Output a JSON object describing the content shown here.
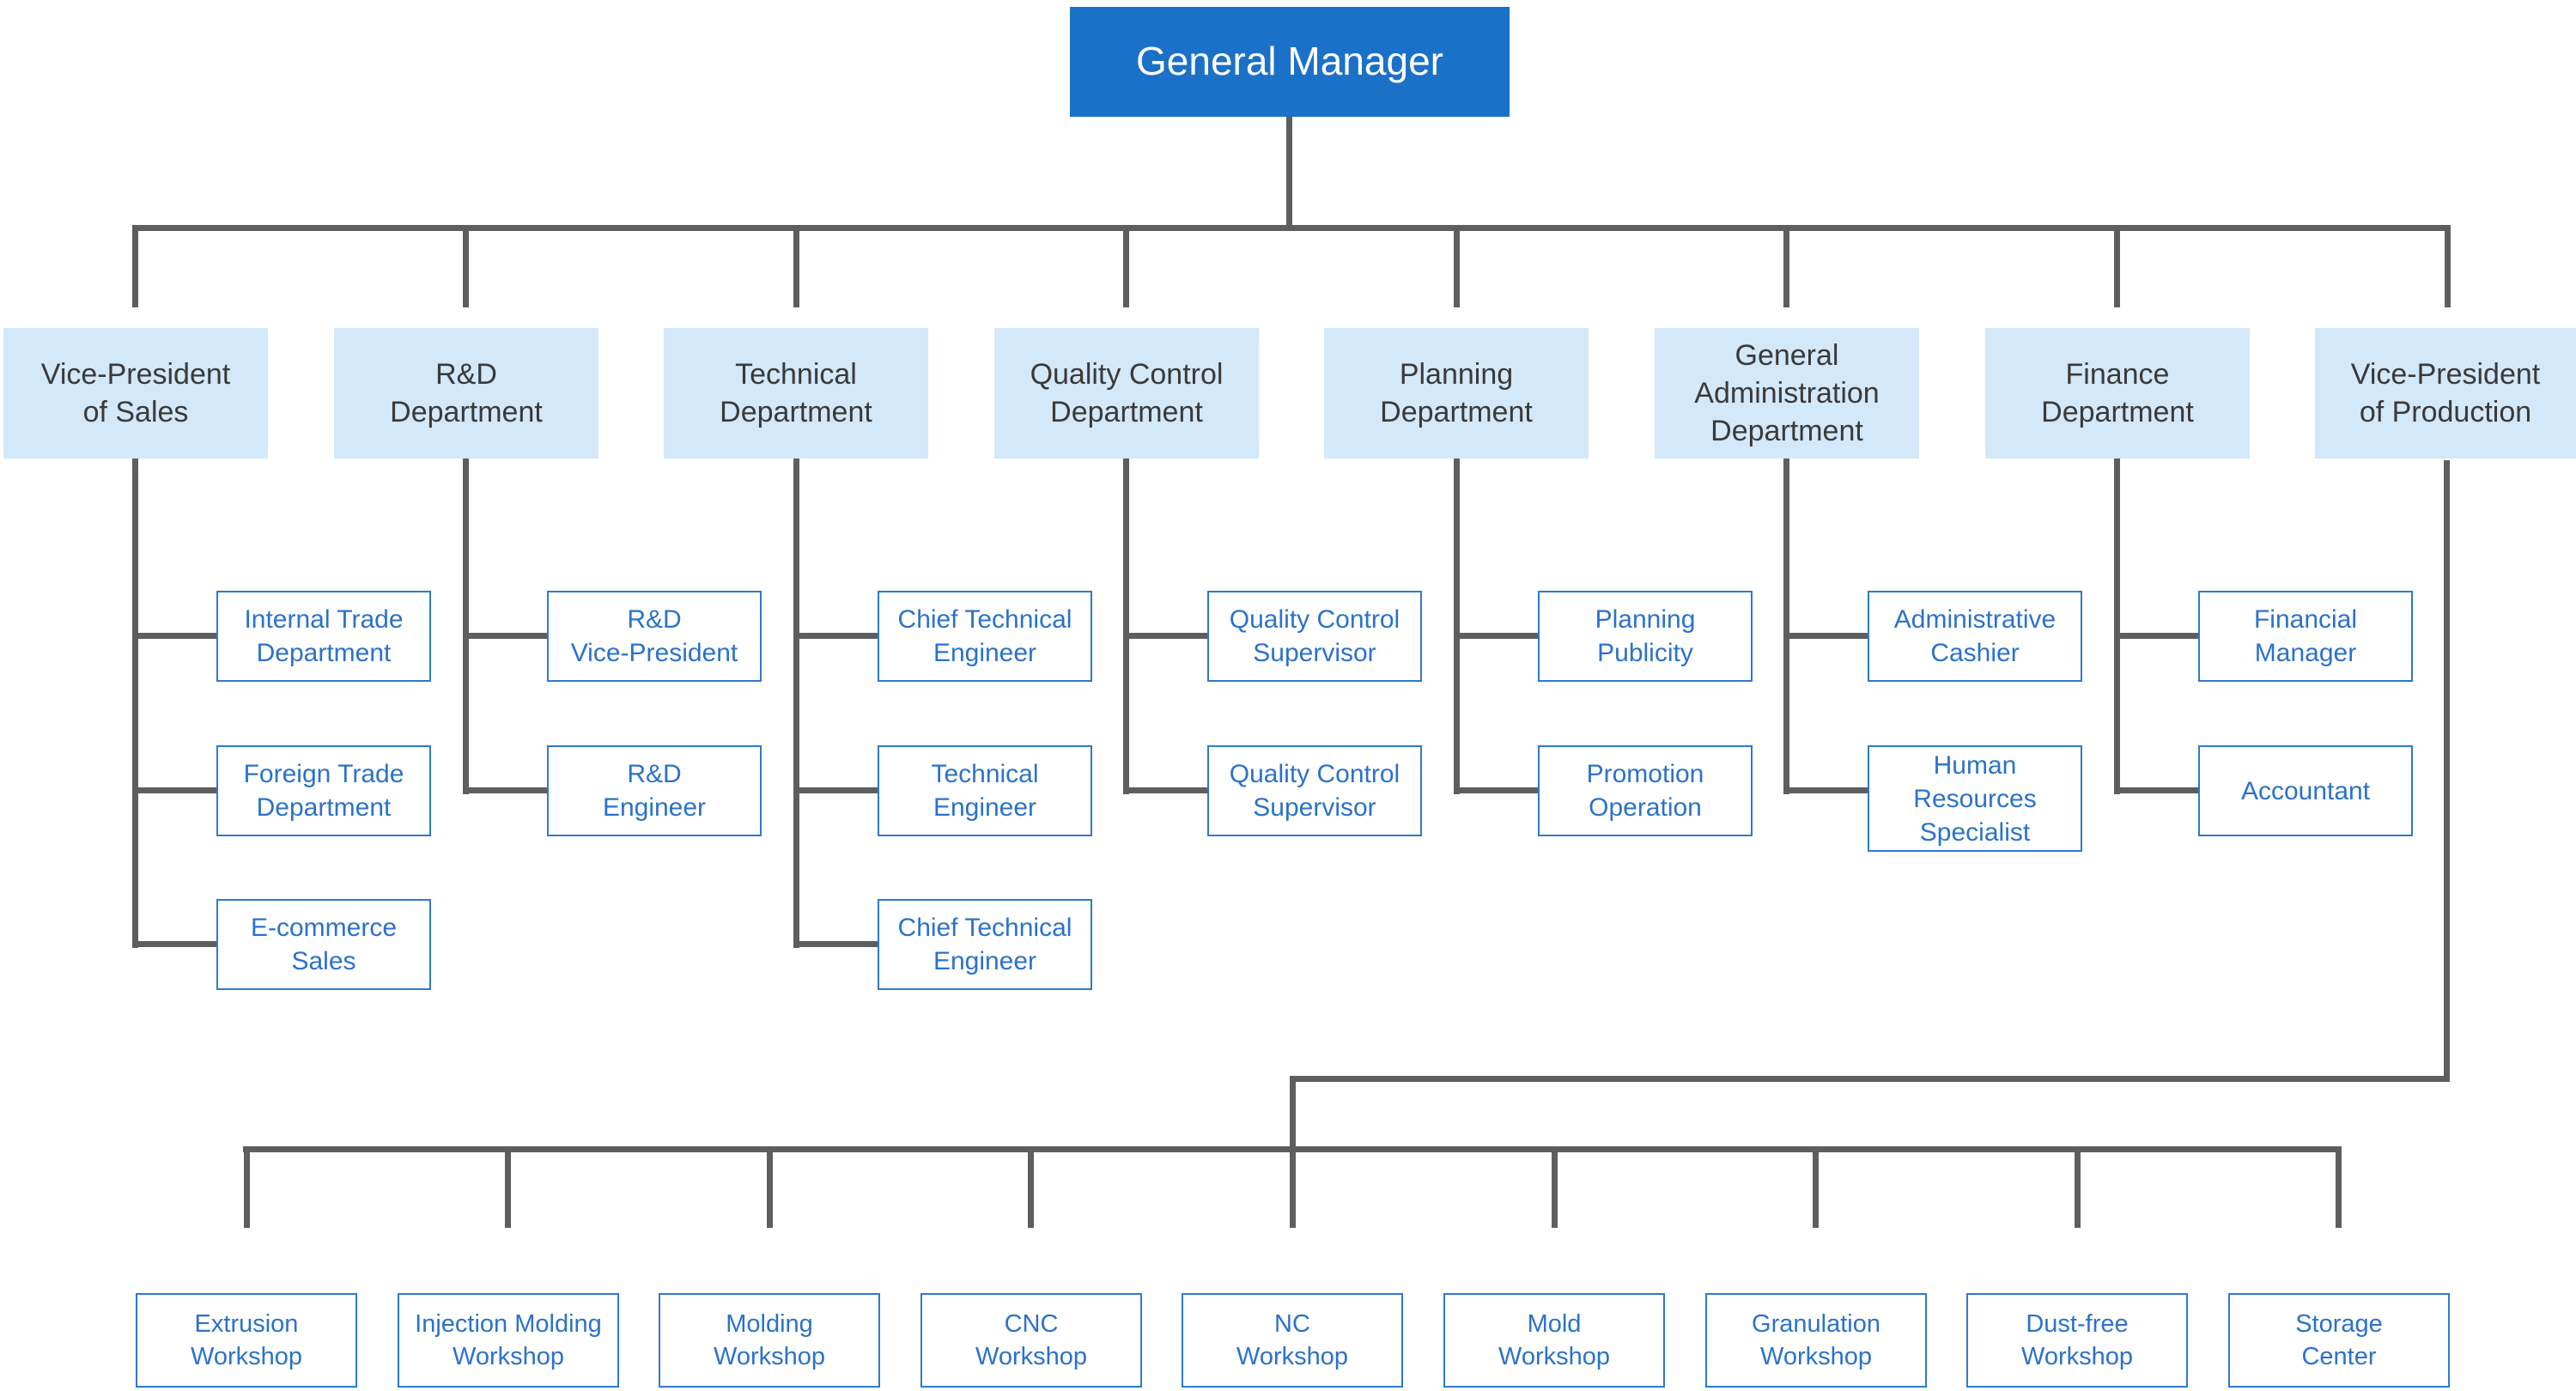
{
  "root": {
    "label": [
      "General Manager"
    ]
  },
  "departments": [
    {
      "label": [
        "Vice-President",
        "of Sales"
      ]
    },
    {
      "label": [
        "R&D",
        "Department"
      ]
    },
    {
      "label": [
        "Technical",
        "Department"
      ]
    },
    {
      "label": [
        "Quality Control",
        "Department"
      ]
    },
    {
      "label": [
        "Planning",
        "Department"
      ]
    },
    {
      "label": [
        "General",
        "Administration",
        "Department"
      ]
    },
    {
      "label": [
        "Finance",
        "Department"
      ]
    },
    {
      "label": [
        "Vice-President",
        "of Production"
      ]
    }
  ],
  "children": [
    [
      [
        "Internal Trade",
        "Department"
      ],
      [
        "Foreign Trade",
        "Department"
      ],
      [
        "E-commerce",
        "Sales"
      ]
    ],
    [
      [
        "R&D",
        "Vice-President"
      ],
      [
        "R&D",
        "Engineer"
      ]
    ],
    [
      [
        "Chief Technical",
        "Engineer"
      ],
      [
        "Technical",
        "Engineer"
      ],
      [
        "Chief Technical",
        "Engineer"
      ]
    ],
    [
      [
        "Quality Control",
        "Supervisor"
      ],
      [
        "Quality Control",
        "Supervisor"
      ]
    ],
    [
      [
        "Planning",
        "Publicity"
      ],
      [
        "Promotion",
        "Operation"
      ]
    ],
    [
      [
        "Administrative",
        "Cashier"
      ],
      [
        "Human",
        "Resources",
        "Specialist"
      ]
    ],
    [
      [
        "Financial",
        "Manager"
      ],
      [
        "Accountant"
      ]
    ]
  ],
  "workshops": [
    [
      "Extrusion",
      "Workshop"
    ],
    [
      "Injection Molding",
      "Workshop"
    ],
    [
      "Molding",
      "Workshop"
    ],
    [
      "CNC",
      "Workshop"
    ],
    [
      "NC",
      "Workshop"
    ],
    [
      "Mold",
      "Workshop"
    ],
    [
      "Granulation",
      "Workshop"
    ],
    [
      "Dust-free",
      "Workshop"
    ],
    [
      "Storage",
      "Center"
    ]
  ],
  "colors": {
    "root_fill": "#1B70C8",
    "root_text": "#FFFFFF",
    "dept_fill": "#D3E8F8",
    "dept_text": "#3A3A3A",
    "child_border": "#2E79CF",
    "child_text": "#2B72CA",
    "connector": "#5E5E5E"
  }
}
